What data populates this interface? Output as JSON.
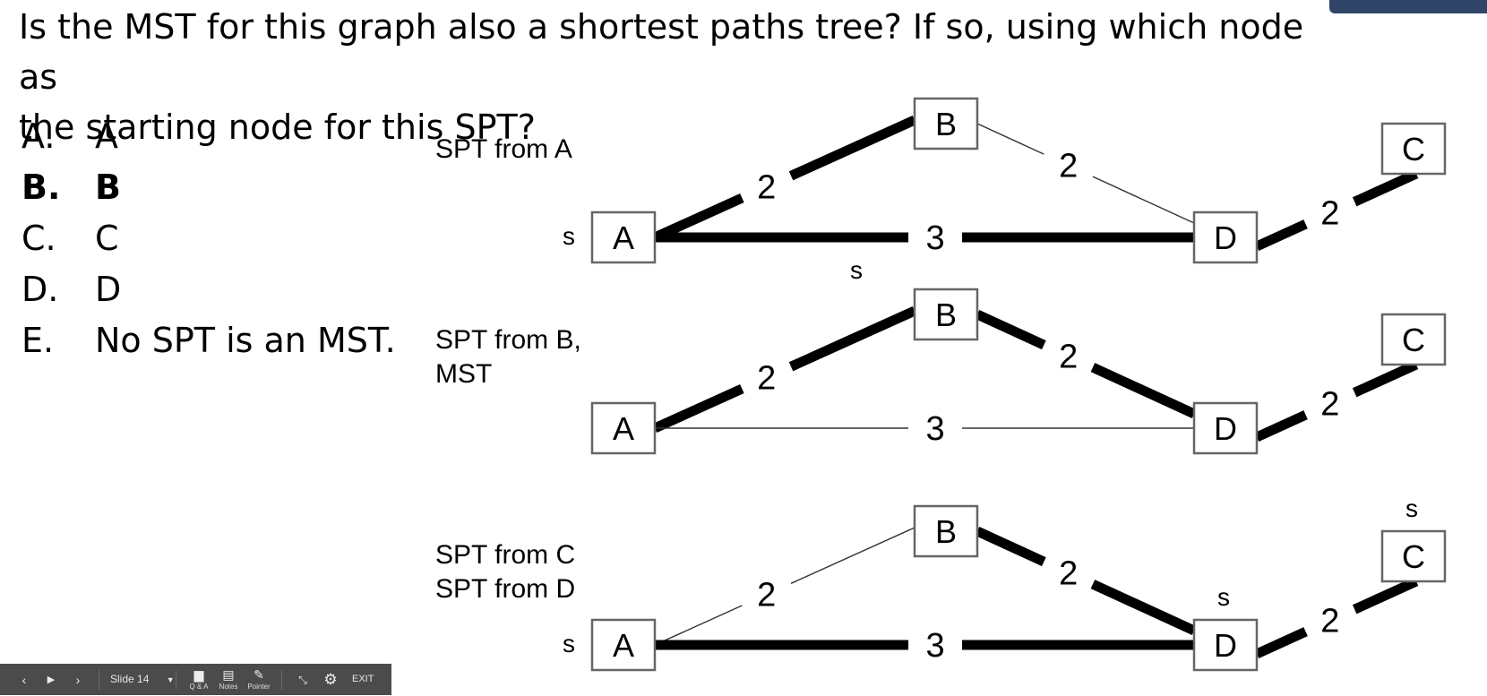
{
  "question": {
    "line1": "Is the MST for this graph also a shortest paths tree? If so, using which node as",
    "line2": "the starting node for this SPT?"
  },
  "options": [
    {
      "letter": "A.",
      "text": "A",
      "bold": false
    },
    {
      "letter": "B.",
      "text": "B",
      "bold": true
    },
    {
      "letter": "C.",
      "text": "C",
      "bold": false
    },
    {
      "letter": "D.",
      "text": "D",
      "bold": false
    },
    {
      "letter": "E.",
      "text": "No SPT is an MST.",
      "bold": false
    }
  ],
  "panels": [
    {
      "labels": [
        "SPT from A"
      ],
      "source_marks": [
        "A"
      ],
      "edges": [
        {
          "from": "A",
          "to": "B",
          "weight": "2",
          "in_tree": true
        },
        {
          "from": "B",
          "to": "D",
          "weight": "2",
          "in_tree": false
        },
        {
          "from": "A",
          "to": "D",
          "weight": "3",
          "in_tree": true
        },
        {
          "from": "D",
          "to": "C",
          "weight": "2",
          "in_tree": true
        }
      ]
    },
    {
      "labels": [
        "SPT from B,",
        "MST"
      ],
      "source_marks": [
        "B"
      ],
      "edges": [
        {
          "from": "A",
          "to": "B",
          "weight": "2",
          "in_tree": true
        },
        {
          "from": "B",
          "to": "D",
          "weight": "2",
          "in_tree": true
        },
        {
          "from": "A",
          "to": "D",
          "weight": "3",
          "in_tree": false
        },
        {
          "from": "D",
          "to": "C",
          "weight": "2",
          "in_tree": true
        }
      ]
    },
    {
      "labels": [
        "SPT from C",
        "SPT from D"
      ],
      "source_marks": [
        "A",
        "C",
        "D"
      ],
      "edges": [
        {
          "from": "A",
          "to": "B",
          "weight": "2",
          "in_tree": false
        },
        {
          "from": "B",
          "to": "D",
          "weight": "2",
          "in_tree": true
        },
        {
          "from": "A",
          "to": "D",
          "weight": "3",
          "in_tree": true
        },
        {
          "from": "D",
          "to": "C",
          "weight": "2",
          "in_tree": true
        }
      ]
    }
  ],
  "source_mark_text": "s",
  "toolbar": {
    "prev_icon": "chevron-left-icon",
    "play_icon": "play-icon",
    "next_icon": "chevron-right-icon",
    "slide_label": "Slide 14",
    "qa_label": "Q & A",
    "notes_label": "Notes",
    "pointer_label": "Pointer",
    "exit_label": "EXIT"
  },
  "colors": {
    "toolbar_bg": "#4b4b4b",
    "node_border": "#666666",
    "edge": "#000000"
  }
}
